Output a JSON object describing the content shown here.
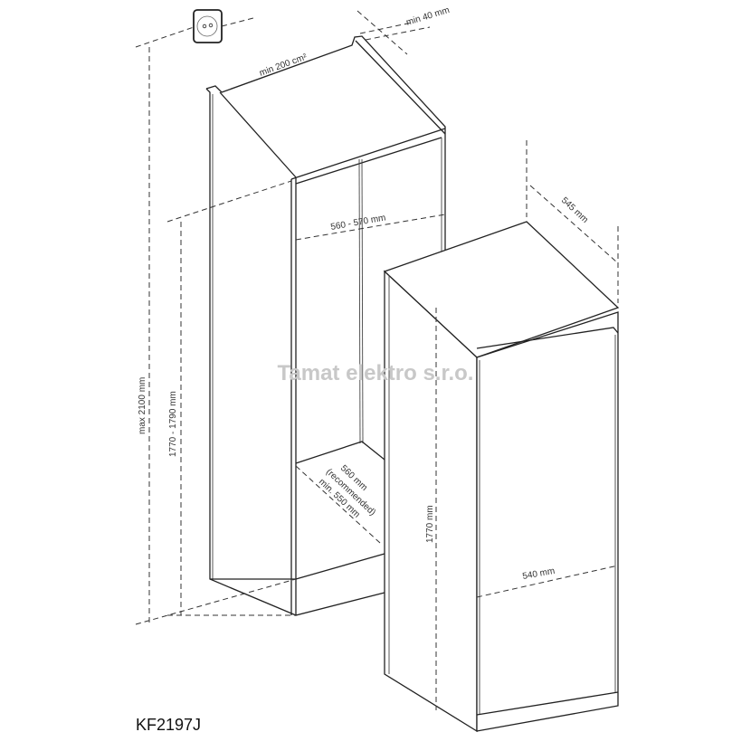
{
  "model": "KF2197J",
  "watermark": "Tamat elektro s.r.o.",
  "dimensions": {
    "socket_gap": "min 40 mm",
    "ventilation": "min 200 cm²",
    "max_height": "max 2100 mm",
    "niche_height": "1770 - 1790 mm",
    "niche_width": "560 - 570 mm",
    "niche_depth_line1": "560 mm",
    "niche_depth_line2": "(recommended)",
    "niche_depth_line3": "min. 550 mm",
    "appliance_depth": "545 mm",
    "appliance_height": "1770 mm",
    "appliance_width": "540 mm"
  }
}
